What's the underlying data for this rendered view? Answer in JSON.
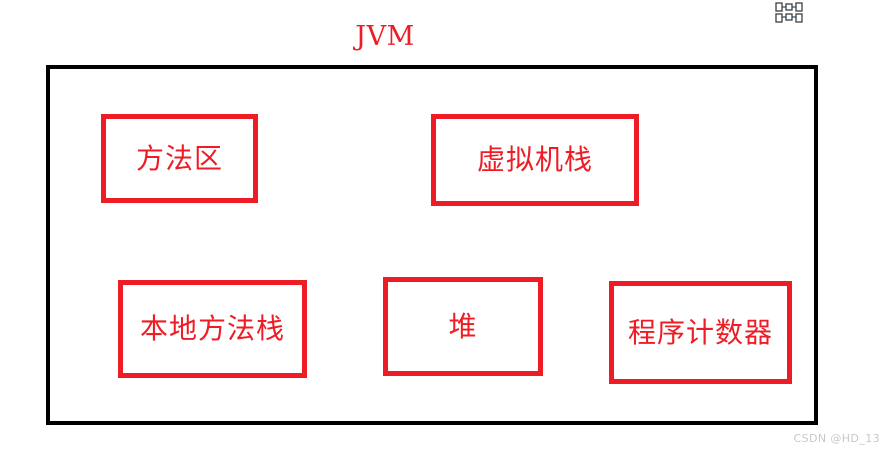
{
  "diagram": {
    "title": "JVM",
    "type": "block-diagram",
    "colors": {
      "container_border": "#000000",
      "box_border": "#ee1c25",
      "text": "#ee1c25",
      "background": "#ffffff",
      "watermark": "#c8c8c8",
      "icon_connector": "#2f6fa8",
      "icon_node": "#3f3f3f"
    },
    "container": {
      "name": "jvm-runtime-data-areas"
    },
    "boxes": [
      {
        "id": "method-area",
        "label": "方法区"
      },
      {
        "id": "vm-stack",
        "label": "虚拟机栈"
      },
      {
        "id": "native-stack",
        "label": "本地方法栈"
      },
      {
        "id": "heap",
        "label": "堆"
      },
      {
        "id": "pc-register",
        "label": "程序计数器"
      }
    ]
  },
  "icon": {
    "name": "connector-nodes-icon"
  },
  "watermark": {
    "text": "CSDN @HD_13"
  }
}
